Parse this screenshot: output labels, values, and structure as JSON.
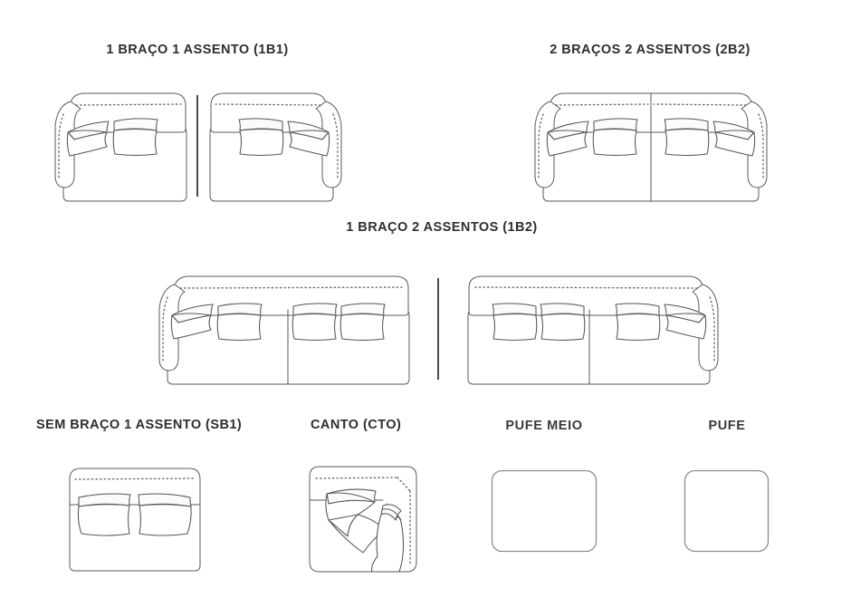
{
  "page": {
    "title": "Tabela de módulos de sofá",
    "background_color": "#ffffff",
    "line_color": "#5a5a5a",
    "text_color": "#2e2e2e"
  },
  "sections": [
    {
      "id": "1b1",
      "label": "1 BRAÇO 1 ASSENTO (1B1)",
      "code": "1B1",
      "variants": [
        "braço esquerdo",
        "braço direito"
      ],
      "divider": true
    },
    {
      "id": "2b2",
      "label": "2 BRAÇOS 2 ASSENTOS (2B2)",
      "code": "2B2",
      "variants": [
        "dois braços / dois assentos"
      ],
      "divider": false
    },
    {
      "id": "1b2",
      "label": "1 BRAÇO 2 ASSENTOS (1B2)",
      "code": "1B2",
      "variants": [
        "braço esquerdo",
        "braço direito"
      ],
      "divider": true
    },
    {
      "id": "sb1",
      "label": "SEM BRAÇO 1 ASSENTO (SB1)",
      "code": "SB1",
      "variants": [
        "sem braço"
      ],
      "divider": false
    },
    {
      "id": "cto",
      "label": "CANTO (CTO)",
      "code": "CTO",
      "variants": [
        "canto"
      ],
      "divider": false
    },
    {
      "id": "pufe-meio",
      "label": "PUFE MEIO",
      "code": "PUFE MEIO",
      "variants": [
        "retangular"
      ],
      "divider": false
    },
    {
      "id": "pufe",
      "label": "PUFE",
      "code": "PUFE",
      "variants": [
        "quadrado"
      ],
      "divider": false
    }
  ],
  "icons": {
    "module_1b1_left": "sofa-module-one-arm-one-seat-left-icon",
    "module_1b1_right": "sofa-module-one-arm-one-seat-right-icon",
    "module_2b2": "sofa-module-two-arms-two-seats-icon",
    "module_1b2_left": "sofa-module-one-arm-two-seats-left-icon",
    "module_1b2_right": "sofa-module-one-arm-two-seats-right-icon",
    "module_sb1": "sofa-module-armless-one-seat-icon",
    "module_cto": "sofa-module-corner-icon",
    "module_pufe_meio": "ottoman-middle-icon",
    "module_pufe": "ottoman-square-icon"
  }
}
